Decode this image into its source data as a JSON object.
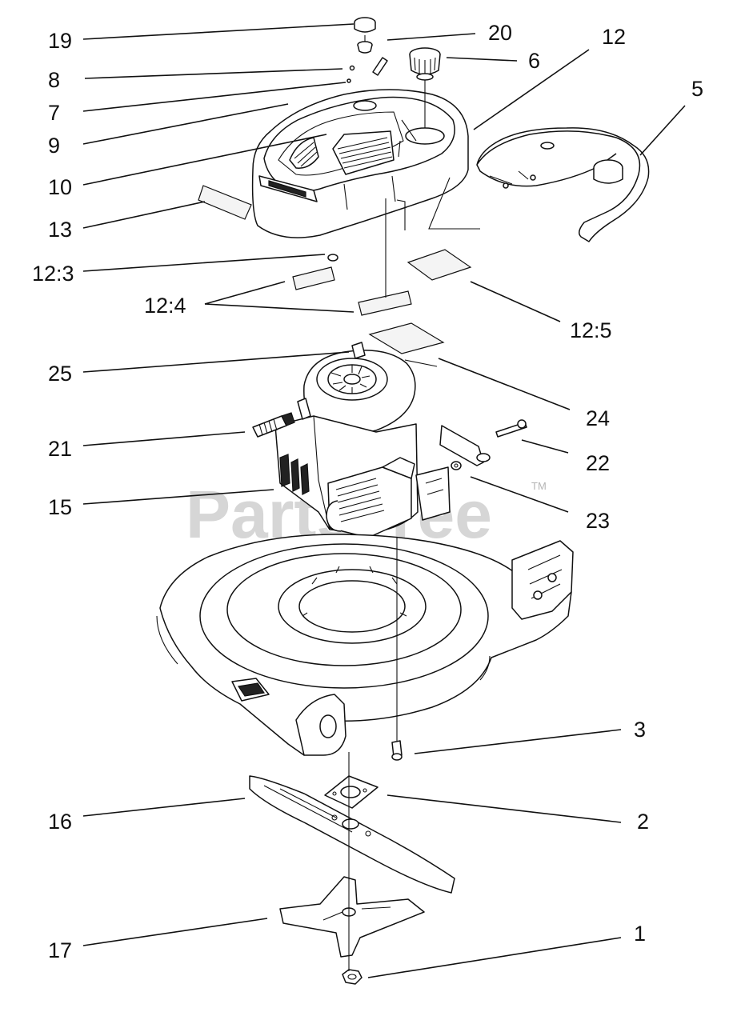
{
  "diagram": {
    "callouts": [
      {
        "id": "19",
        "text": "19"
      },
      {
        "id": "20",
        "text": "20"
      },
      {
        "id": "12",
        "text": "12"
      },
      {
        "id": "8",
        "text": "8"
      },
      {
        "id": "6",
        "text": "6"
      },
      {
        "id": "5",
        "text": "5"
      },
      {
        "id": "7",
        "text": "7"
      },
      {
        "id": "9",
        "text": "9"
      },
      {
        "id": "10",
        "text": "10"
      },
      {
        "id": "13",
        "text": "13"
      },
      {
        "id": "12_3",
        "text": "12:3"
      },
      {
        "id": "12_4",
        "text": "12:4"
      },
      {
        "id": "12_5",
        "text": "12:5"
      },
      {
        "id": "25",
        "text": "25"
      },
      {
        "id": "24",
        "text": "24"
      },
      {
        "id": "21",
        "text": "21"
      },
      {
        "id": "22",
        "text": "22"
      },
      {
        "id": "15",
        "text": "15"
      },
      {
        "id": "23",
        "text": "23"
      },
      {
        "id": "3",
        "text": "3"
      },
      {
        "id": "16",
        "text": "16"
      },
      {
        "id": "2",
        "text": "2"
      },
      {
        "id": "17",
        "text": "17"
      },
      {
        "id": "1",
        "text": "1"
      }
    ]
  },
  "watermark": {
    "text": "PartsTree",
    "trademark": "TM"
  }
}
